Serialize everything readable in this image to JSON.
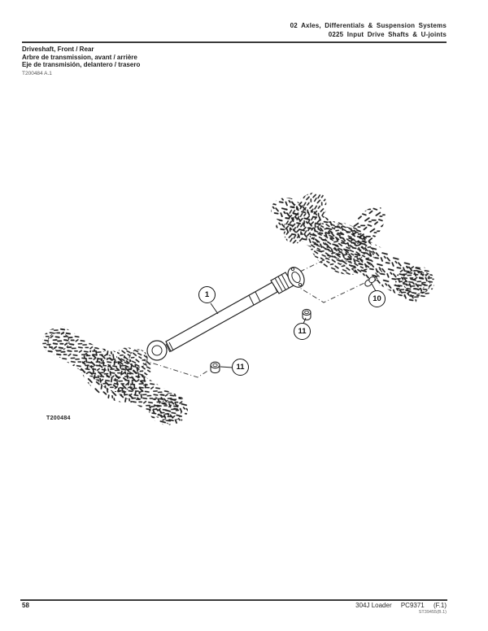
{
  "header": {
    "line1": "02 Axles, Differentials & Suspension Systems",
    "line2": "0225 Input Drive Shafts & U-joints"
  },
  "title": {
    "en": "Driveshaft, Front / Rear",
    "fr": "Arbre de transmission, avant / arrière",
    "es": "Eje de transmisión, delantero / trasero",
    "ref": "T200484 A.1"
  },
  "figure": {
    "image_label": "T200484",
    "callouts": [
      {
        "label": "1"
      },
      {
        "label": "10"
      },
      {
        "label": "11"
      },
      {
        "label": "11"
      }
    ]
  },
  "footer": {
    "page_number": "58",
    "model": "304J Loader",
    "catalog_number": "PC9371",
    "revision": "(F.1)",
    "code": "ST39455(B.1)"
  },
  "colors": {
    "ink": "#1a1a1a",
    "paper": "#ffffff"
  }
}
